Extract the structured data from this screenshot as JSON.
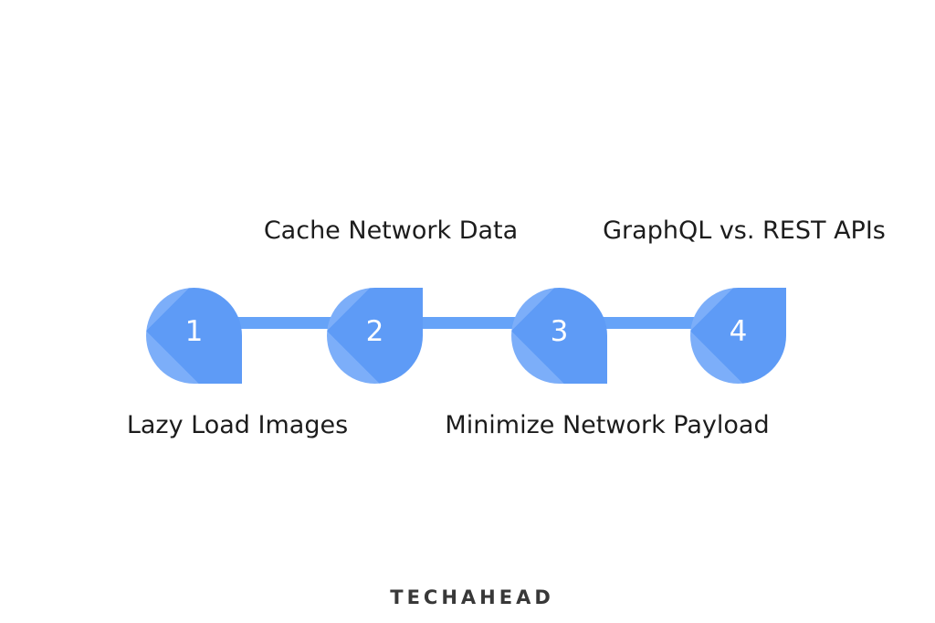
{
  "diagram": {
    "title": "",
    "steps": [
      {
        "number": "1",
        "label": "Lazy Load Images",
        "label_position": "bottom",
        "corner": "bottom-right"
      },
      {
        "number": "2",
        "label": "Cache Network Data",
        "label_position": "top",
        "corner": "top-right"
      },
      {
        "number": "3",
        "label": "Minimize Network Payload",
        "label_position": "bottom",
        "corner": "bottom-right"
      },
      {
        "number": "4",
        "label": "GraphQL vs. REST APIs",
        "label_position": "top",
        "corner": "top-right"
      }
    ]
  },
  "footer": {
    "logo": "TECHAHEAD"
  },
  "colors": {
    "badge_light": "#7CAEF9",
    "badge_medium": "#5E9BF6",
    "connector": "#66A3F8",
    "label_text": "#1c1c1c",
    "number_text": "#ffffff",
    "logo_text": "#383838",
    "page_bg": "#ffffff"
  }
}
